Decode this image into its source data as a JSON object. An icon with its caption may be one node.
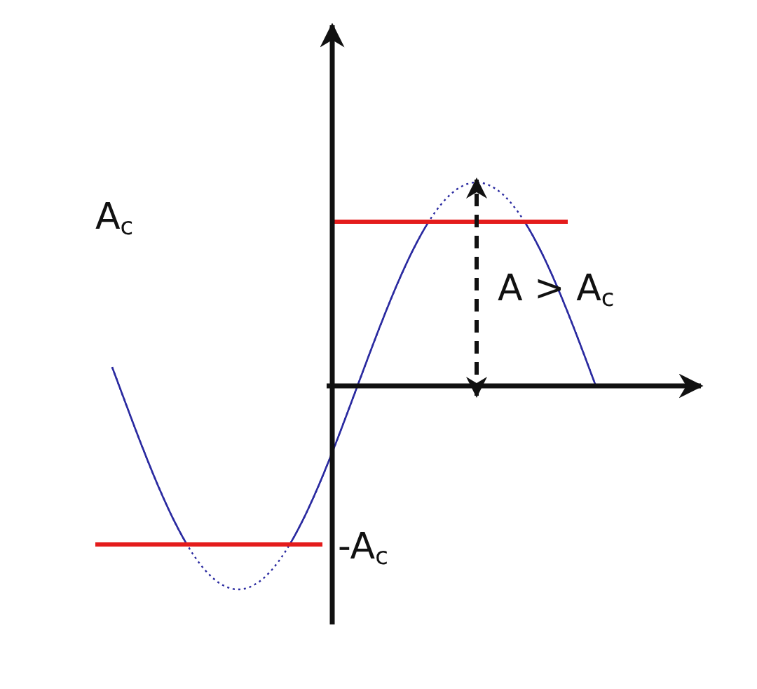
{
  "diagram": {
    "labels": [
      "A$_{c}$",
      "A > A$_{c}$",
      "-A$_{c}$"
    ]
  }
}
